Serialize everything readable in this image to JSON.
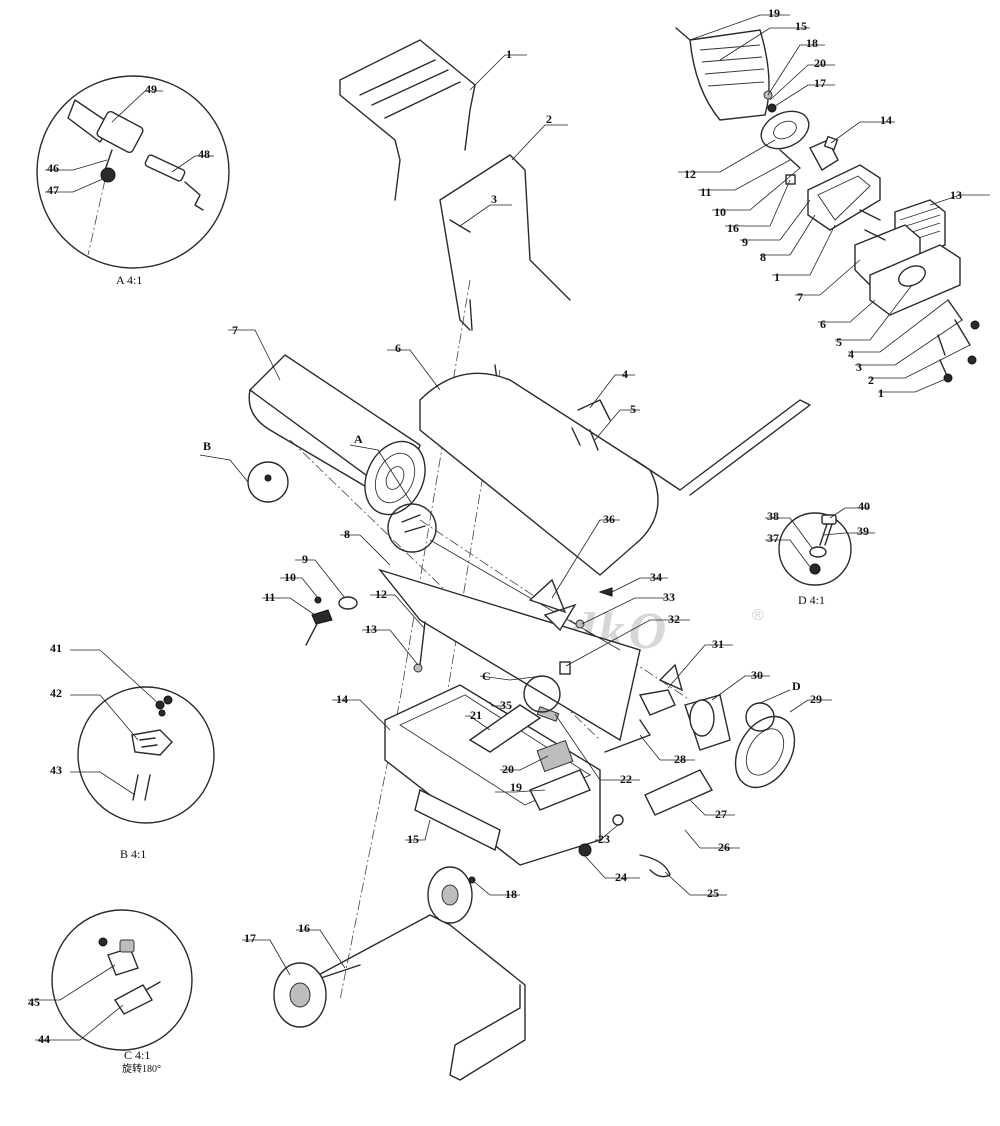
{
  "watermark": {
    "brand": "DyadkO",
    "registered": "®"
  },
  "detail_views": {
    "A": {
      "label": "A 4:1",
      "callouts": [
        "46",
        "47",
        "48",
        "49"
      ]
    },
    "B": {
      "label": "B 4:1",
      "callouts": [
        "41",
        "42",
        "43"
      ]
    },
    "C": {
      "label": "C 4:1",
      "note": "旋转180°",
      "callouts": [
        "44",
        "45"
      ]
    },
    "D": {
      "label": "D 4:1",
      "callouts": [
        "37",
        "38",
        "39",
        "40"
      ]
    }
  },
  "view_markers": {
    "A": "A",
    "B": "B",
    "C": "C",
    "D": "D"
  },
  "main_callouts": [
    "1",
    "2",
    "3",
    "4",
    "5",
    "6",
    "7",
    "8",
    "9",
    "10",
    "11",
    "12",
    "13",
    "14",
    "15",
    "16",
    "17",
    "18",
    "19",
    "20",
    "21",
    "22",
    "23",
    "24",
    "25",
    "26",
    "27",
    "28",
    "29",
    "30",
    "31",
    "32",
    "33",
    "34",
    "35",
    "36"
  ],
  "burner_callouts": [
    "19",
    "15",
    "18",
    "20",
    "17",
    "14",
    "12",
    "11",
    "10",
    "16",
    "9",
    "8",
    "1",
    "13",
    "7",
    "6",
    "5",
    "4",
    "3",
    "2",
    "1"
  ]
}
